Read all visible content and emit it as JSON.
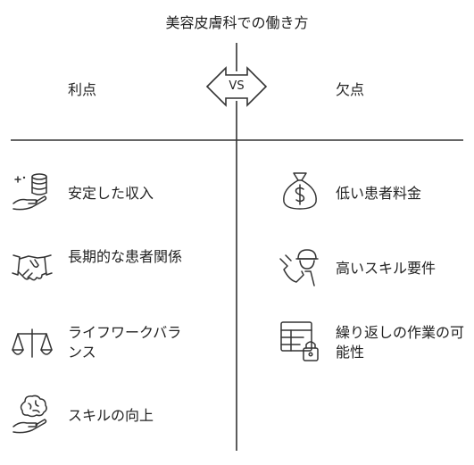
{
  "title": "美容皮膚科での働き方",
  "vs_label": "VS",
  "pros": {
    "heading": "利点",
    "items": [
      {
        "label": "安定した収入",
        "icon": "hand-database-icon"
      },
      {
        "label": "長期的な患者関係",
        "icon": "handshake-icon"
      },
      {
        "label": "ライフワークバランス",
        "icon": "balance-scale-icon"
      },
      {
        "label": "スキルの向上",
        "icon": "hand-brain-icon"
      }
    ]
  },
  "cons": {
    "heading": "欠点",
    "items": [
      {
        "label": "低い患者料金",
        "icon": "money-bag-icon"
      },
      {
        "label": "高いスキル要件",
        "icon": "worker-icon"
      },
      {
        "label": "繰り返しの作業の可能性",
        "icon": "table-lock-icon"
      }
    ]
  },
  "colors": {
    "line": "#333333",
    "text": "#222222",
    "background": "#ffffff"
  }
}
